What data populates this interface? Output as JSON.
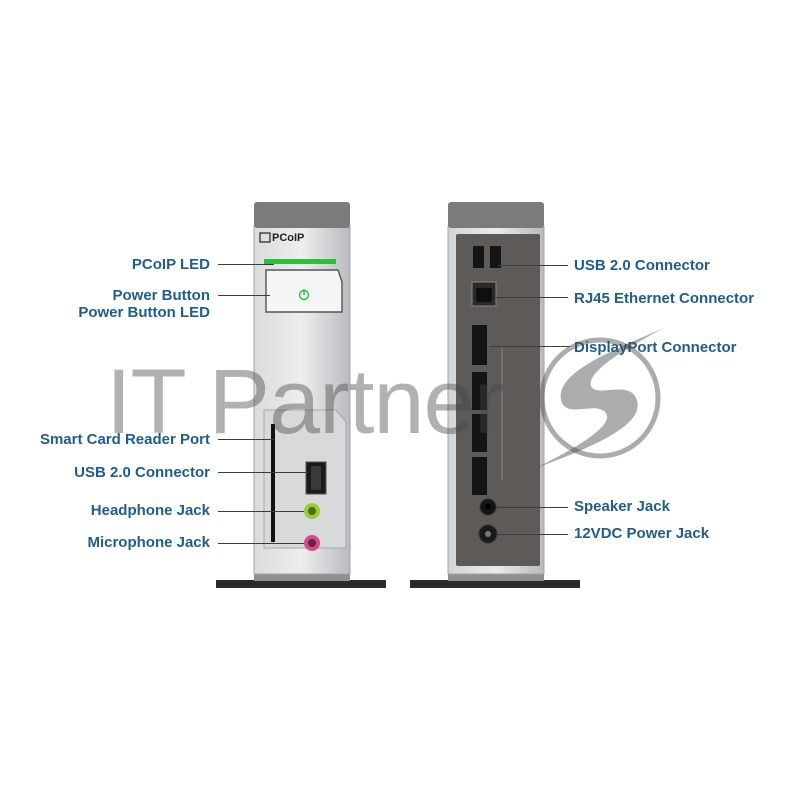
{
  "front_device": {
    "brand_logo": "PCoIP",
    "labels": {
      "pcoip_led": "PCoIP LED",
      "power_button": "Power Button",
      "power_button_led": "Power Button LED",
      "smart_card": "Smart Card Reader Port",
      "usb": "USB 2.0 Connector",
      "headphone": "Headphone Jack",
      "microphone": "Microphone Jack"
    }
  },
  "rear_device": {
    "labels": {
      "usb": "USB 2.0 Connector",
      "rj45": "RJ45 Ethernet Connector",
      "displayport": "DisplayPort Connector",
      "speaker": "Speaker Jack",
      "power_jack": "12VDC Power Jack"
    }
  },
  "watermark": {
    "text": "IT Partner"
  },
  "colors": {
    "label_text": "#1f5d8c",
    "led_green": "#2fbf3a",
    "device_silver": "#c8cacc",
    "rear_panel": "#5d5a58",
    "cap_gray": "#7a7b7d",
    "headphone_ring": "#9acd32",
    "microphone_ring": "#d64a8a"
  }
}
